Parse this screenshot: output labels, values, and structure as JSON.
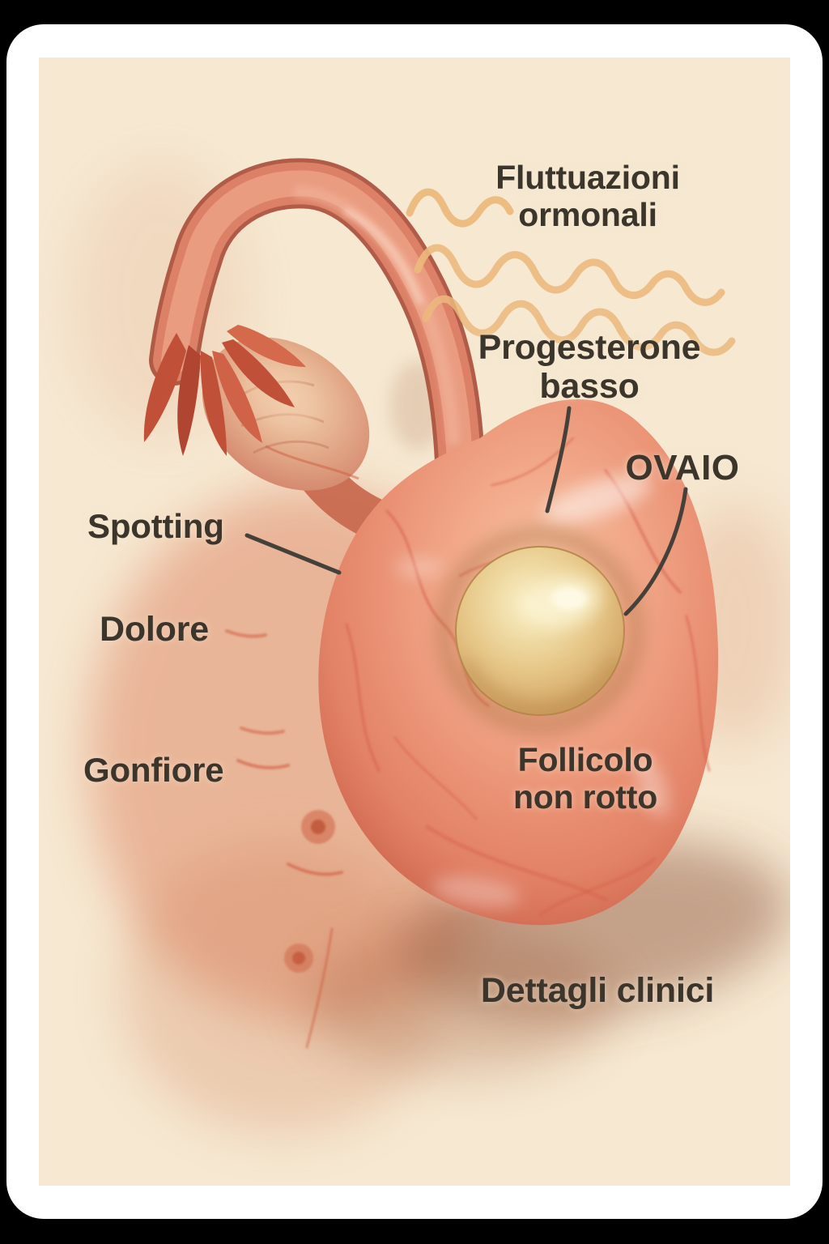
{
  "colors": {
    "page_background": "#000000",
    "card_background": "#ffffff",
    "canvas_background": "#f6e8d1",
    "label_text": "#3c352c",
    "leader_line": "#46403a",
    "hormone_wave": "#ecb97c",
    "ovary_main": "#e98f72",
    "ovary_vessel": "#d8604a",
    "follicle_main": "#e5c88e",
    "tube_main": "#dc8168",
    "blush_red": "#d96f4c",
    "shadow_brown": "#7c3a20"
  },
  "labels": {
    "hormonal_fluctuations": {
      "line1": "Fluttuazioni",
      "line2": "ormonali"
    },
    "low_progesterone": {
      "line1": "Progesterone",
      "line2": "basso"
    },
    "ovary": {
      "text": "OVAIO"
    },
    "spotting": {
      "text": "Spotting"
    },
    "pain": {
      "text": "Dolore"
    },
    "bloating": {
      "text": "Gonfiore"
    },
    "unruptured_follicle": {
      "line1": "Follicolo",
      "line2": "non rotto"
    },
    "clinical_details": {
      "text": "Dettagli clinici"
    }
  }
}
